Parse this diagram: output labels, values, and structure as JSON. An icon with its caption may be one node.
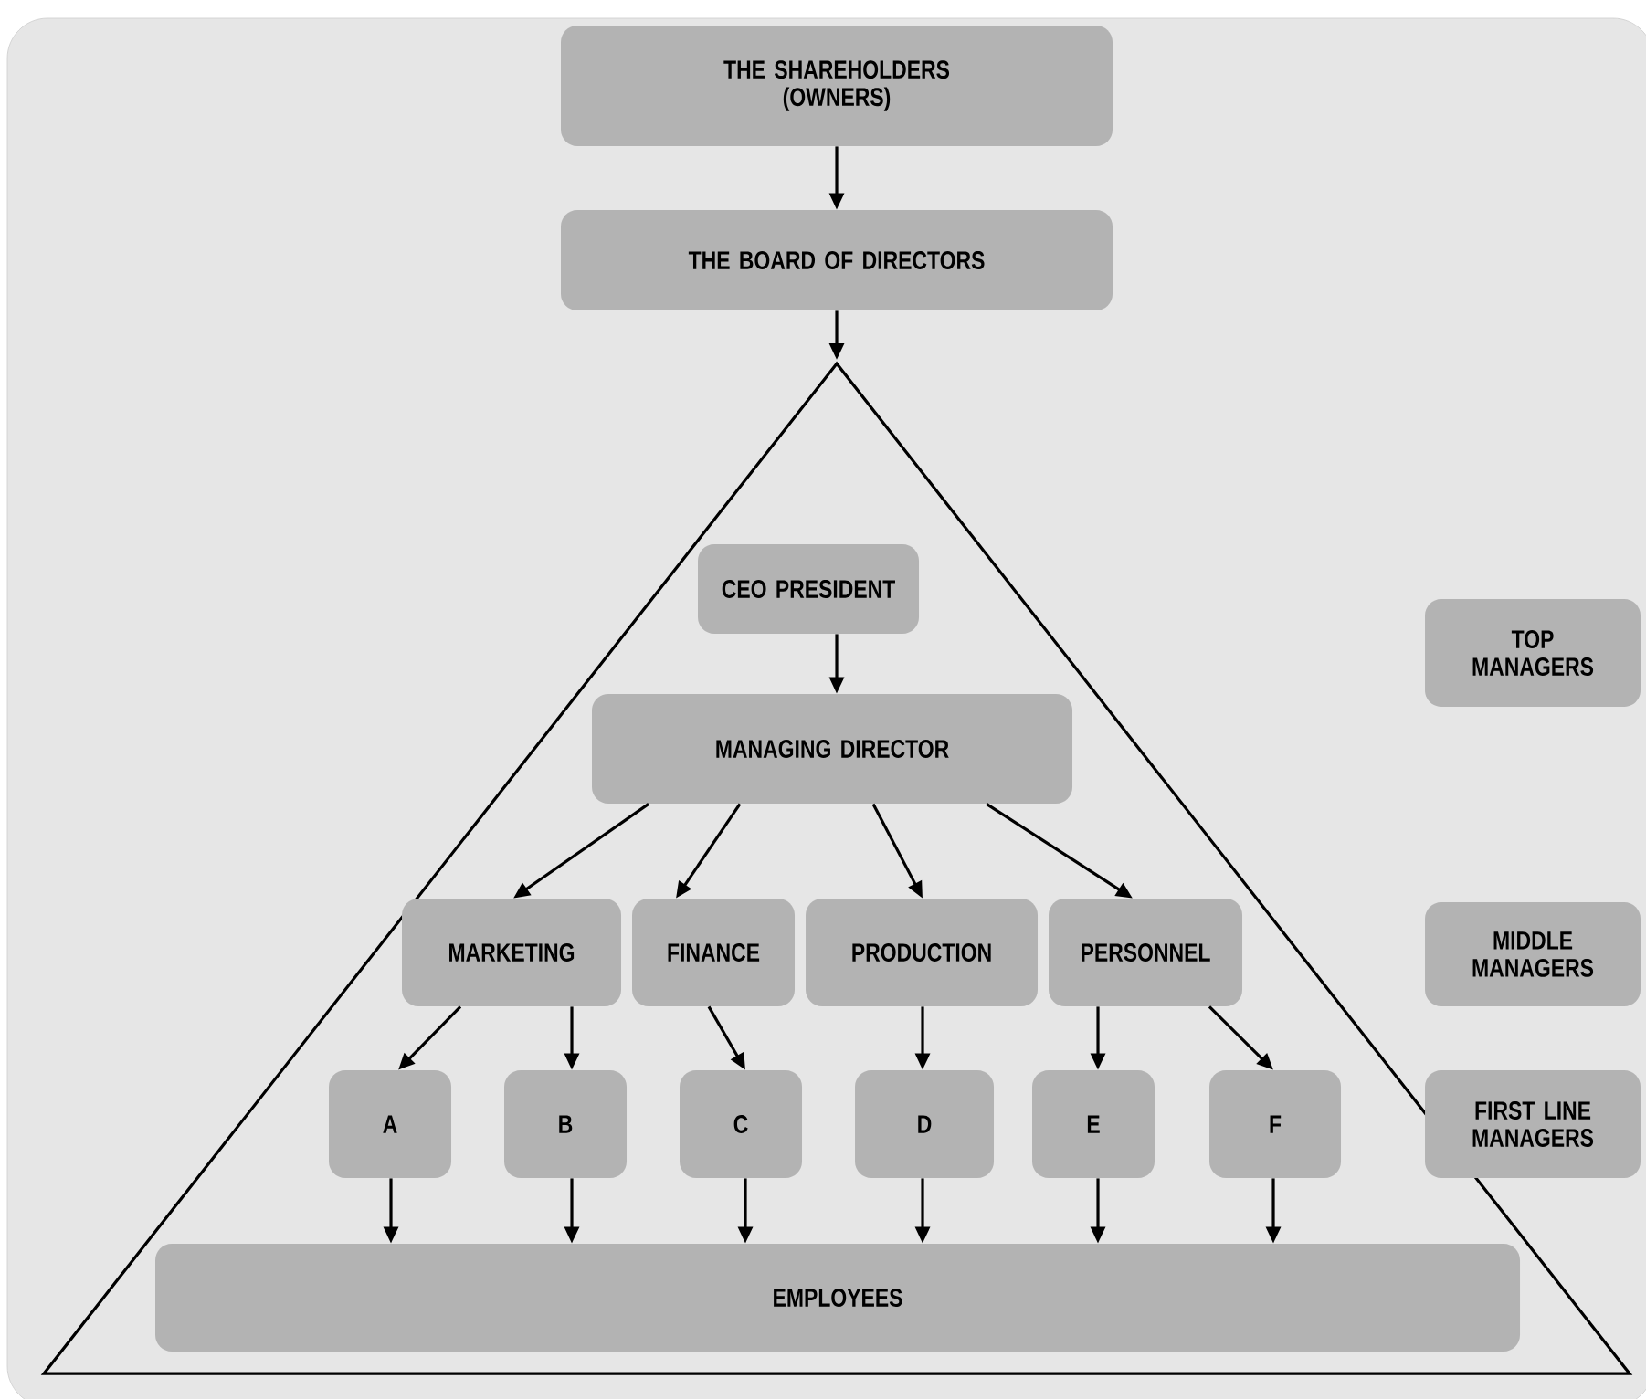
{
  "diagram": {
    "nodes": [
      {
        "text": [
          "THE SHAREHOLDERS (OWNERS)"
        ]
      },
      {
        "text": [
          "THE BOARD OF DIRECTORS"
        ]
      },
      {
        "text": [],
        "shape": "triangle"
      },
      {
        "text": [
          "CEO PRESIDENT"
        ],
        "in": 2
      },
      {
        "text": [
          "MANAGING DIRECTOR"
        ],
        "in": 2
      },
      {
        "text": [
          "MARKETING"
        ],
        "in": 2
      },
      {
        "text": [
          "FINANCE"
        ],
        "in": 2
      },
      {
        "text": [
          "PRODUCTION"
        ],
        "in": 2
      },
      {
        "text": [
          "PERSONNEL"
        ],
        "in": 2
      },
      {
        "text": [
          "A"
        ],
        "in": 2
      },
      {
        "text": [
          "B"
        ],
        "in": 2
      },
      {
        "text": [
          "C"
        ],
        "in": 2
      },
      {
        "text": [
          "D"
        ],
        "in": 2
      },
      {
        "text": [
          "E"
        ],
        "in": 2
      },
      {
        "text": [
          "F"
        ],
        "in": 2
      },
      {
        "text": [
          "EMPLOYEES"
        ],
        "in": 2
      },
      {
        "text": [
          "TOP MANAGERS"
        ]
      },
      {
        "text": [
          "MIDDLE MANAGERS"
        ]
      },
      {
        "text": [
          "FIRST LINE MANAGERS"
        ]
      }
    ],
    "edges": [
      {
        "from": 0,
        "to": 1,
        "arrow": "to"
      },
      {
        "from": 1,
        "to": 2,
        "arrow": "to"
      },
      {
        "from": 3,
        "to": 4,
        "arrow": "to"
      },
      {
        "from": 4,
        "to": 5,
        "arrow": "to"
      },
      {
        "from": 4,
        "to": 6,
        "arrow": "to"
      },
      {
        "from": 4,
        "to": 7,
        "arrow": "to"
      },
      {
        "from": 4,
        "to": 8,
        "arrow": "to"
      },
      {
        "from": 5,
        "to": 9,
        "arrow": "to"
      },
      {
        "from": 5,
        "to": 10,
        "arrow": "to"
      },
      {
        "from": 6,
        "to": 11,
        "arrow": "to"
      },
      {
        "from": 7,
        "to": 12,
        "arrow": "to"
      },
      {
        "from": 8,
        "to": 13,
        "arrow": "to"
      },
      {
        "from": 8,
        "to": 14,
        "arrow": "to"
      },
      {
        "from": 9,
        "to": 15,
        "arrow": "to"
      },
      {
        "from": 10,
        "to": 15,
        "arrow": "to"
      },
      {
        "from": 11,
        "to": 15,
        "arrow": "to"
      },
      {
        "from": 12,
        "to": 15,
        "arrow": "to"
      },
      {
        "from": 13,
        "to": 15,
        "arrow": "to"
      },
      {
        "from": 14,
        "to": 15,
        "arrow": "to"
      }
    ]
  }
}
